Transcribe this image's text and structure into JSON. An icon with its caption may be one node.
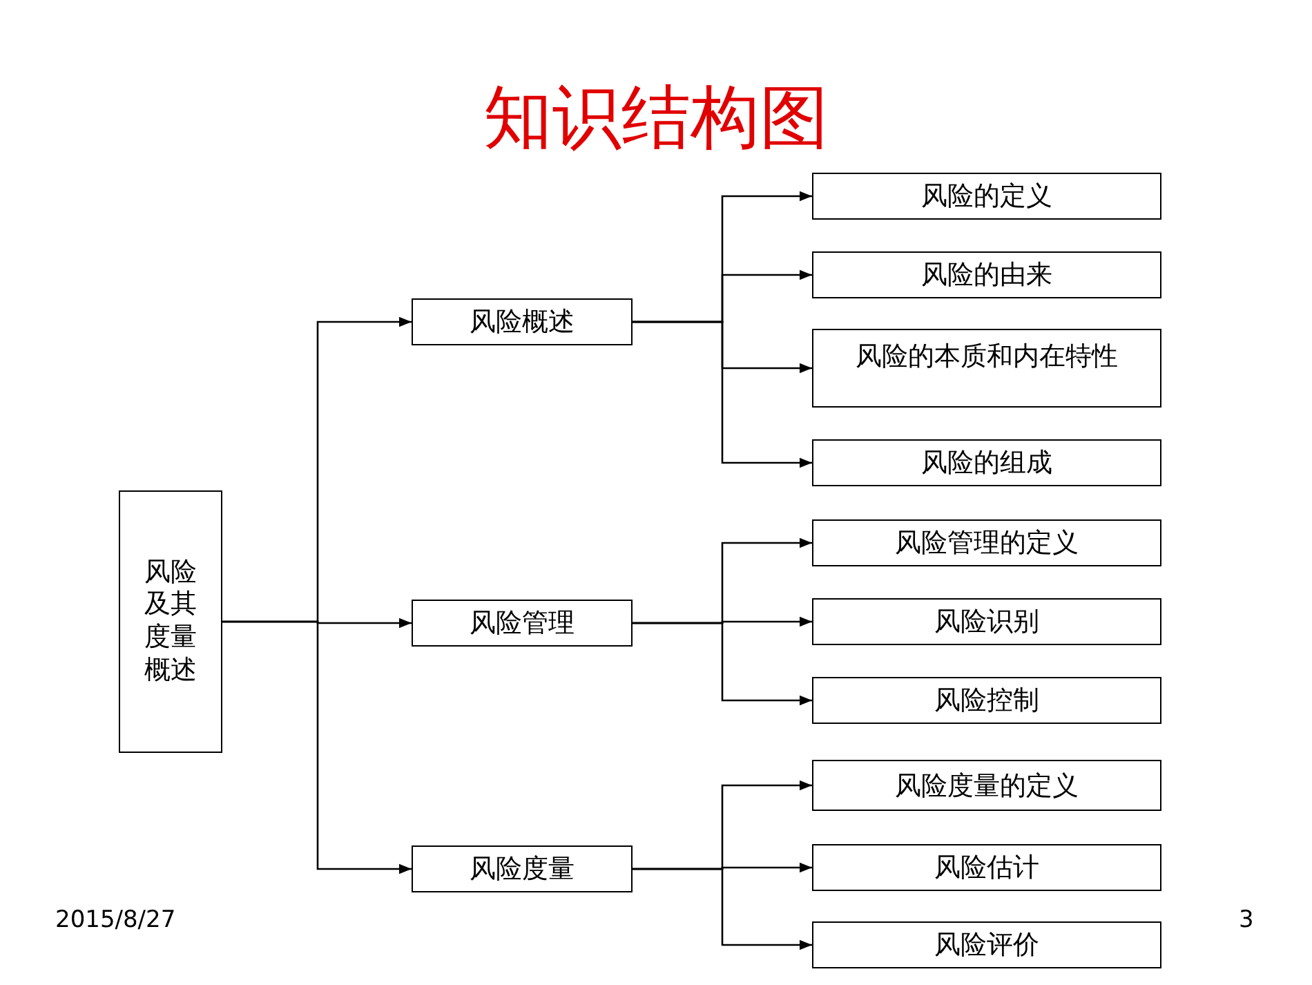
{
  "diagram": {
    "title": "知识结构图",
    "nodes": [
      {
        "text": [
          "风险及其度量概述"
        ]
      },
      {
        "text": [
          "风险概述"
        ]
      },
      {
        "text": [
          "风险管理"
        ]
      },
      {
        "text": [
          "风险度量"
        ]
      },
      {
        "text": [
          "风险的定义"
        ]
      },
      {
        "text": [
          "风险的由来"
        ]
      },
      {
        "text": [
          "风险的本质和内在特性"
        ]
      },
      {
        "text": [
          "风险的组成"
        ]
      },
      {
        "text": [
          "风险管理的定义"
        ]
      },
      {
        "text": [
          "风险识别"
        ]
      },
      {
        "text": [
          "风险控制"
        ]
      },
      {
        "text": [
          "风险度量的定义"
        ]
      },
      {
        "text": [
          "风险估计"
        ]
      },
      {
        "text": [
          "风险评价"
        ]
      }
    ],
    "edges": [
      {
        "from": 0,
        "to": 1,
        "arrow": "to"
      },
      {
        "from": 0,
        "to": 2,
        "arrow": "to"
      },
      {
        "from": 0,
        "to": 3,
        "arrow": "to"
      },
      {
        "from": 1,
        "to": 4,
        "arrow": "to"
      },
      {
        "from": 1,
        "to": 5,
        "arrow": "to"
      },
      {
        "from": 1,
        "to": 6,
        "arrow": "to"
      },
      {
        "from": 1,
        "to": 7,
        "arrow": "to"
      },
      {
        "from": 2,
        "to": 8,
        "arrow": "to"
      },
      {
        "from": 2,
        "to": 9,
        "arrow": "to"
      },
      {
        "from": 2,
        "to": 10,
        "arrow": "to"
      },
      {
        "from": 3,
        "to": 11,
        "arrow": "to"
      },
      {
        "from": 3,
        "to": 12,
        "arrow": "to"
      },
      {
        "from": 3,
        "to": 13,
        "arrow": "to"
      }
    ],
    "labels": [
      "2015/8/27",
      "3"
    ]
  }
}
